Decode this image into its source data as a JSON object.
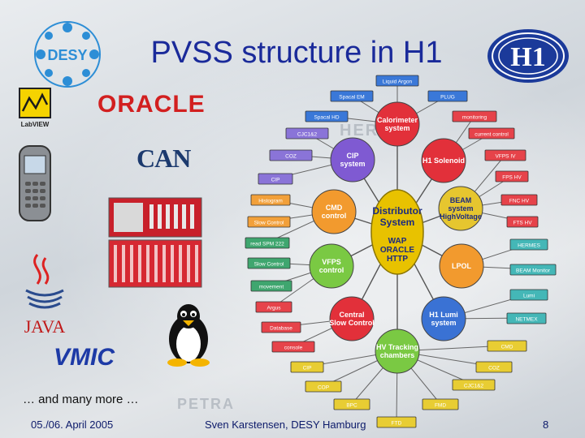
{
  "slide": {
    "title": "PVSS structure in H1",
    "more_text": "… and many more …",
    "footer_date": "05./06. April 2005",
    "footer_author": "Sven Karstensen, DESY Hamburg",
    "page_number": "8"
  },
  "logos": {
    "desy": "DESY",
    "h1": "H1",
    "labview": "LabVIEW",
    "oracle": "ORACLE",
    "can": "CAN",
    "java": "JAVA",
    "vmic": "VMIC"
  },
  "background_labels": [
    "HERA",
    "PETRA"
  ],
  "colors": {
    "title": "#1a2a9a",
    "core": "#e8c200",
    "red": "#e2303a",
    "green": "#7ac943",
    "orange": "#f29a2e",
    "blue_box": "#3a78d8",
    "purple_box": "#8a74d8",
    "green_box": "#3fa66f",
    "red_box": "#e6434a",
    "teal_box": "#44b7b7",
    "yellow_box": "#e8cd33"
  },
  "diagram": {
    "core": {
      "label_lines": [
        "Distributor",
        "System"
      ],
      "sub_lines": [
        "WAP",
        "ORACLE",
        "HTTP"
      ]
    },
    "circles": [
      {
        "id": "calorimeter",
        "lines": [
          "Calorimeter",
          "system"
        ],
        "color": "red"
      },
      {
        "id": "cip",
        "lines": [
          "CIP",
          "system"
        ],
        "color": "purple"
      },
      {
        "id": "cmd",
        "lines": [
          "CMD",
          "control"
        ],
        "color": "orange"
      },
      {
        "id": "vfps",
        "lines": [
          "VFPS",
          "control"
        ],
        "color": "green"
      },
      {
        "id": "central",
        "lines": [
          "Central",
          "Slow Control"
        ],
        "color": "red"
      },
      {
        "id": "h1solenoid",
        "lines": [
          "H1 Solenoid"
        ],
        "color": "red"
      },
      {
        "id": "beam",
        "lines": [
          "BEAM",
          "system",
          "HighVoltage"
        ],
        "color": "yellow"
      },
      {
        "id": "lpol",
        "lines": [
          "LPOL"
        ],
        "color": "orange"
      },
      {
        "id": "h1lumi",
        "lines": [
          "H1 Lumi",
          "system"
        ],
        "color": "blue"
      },
      {
        "id": "hvtracking",
        "lines": [
          "HV Tracking",
          "chambers"
        ],
        "color": "green"
      }
    ],
    "boxes": [
      {
        "id": "liquid-argon",
        "label": "Liquid Argon",
        "color": "blue_box"
      },
      {
        "id": "spacal-em",
        "label": "Spacal EM",
        "color": "blue_box"
      },
      {
        "id": "plug",
        "label": "PLUG",
        "color": "blue_box"
      },
      {
        "id": "spacal-hd",
        "label": "Spacal HD",
        "color": "blue_box"
      },
      {
        "id": "monitoring",
        "label": "monitoring",
        "color": "red_box"
      },
      {
        "id": "cjc12",
        "label": "CJC1&2",
        "color": "purple_box"
      },
      {
        "id": "current-control",
        "label": "current control",
        "color": "red_box"
      },
      {
        "id": "coz-top",
        "label": "COZ",
        "color": "purple_box"
      },
      {
        "id": "vfps-iv",
        "label": "VFPS IV",
        "color": "red_box"
      },
      {
        "id": "cip-small",
        "label": "CIP",
        "color": "purple_box"
      },
      {
        "id": "fps-hv",
        "label": "FPS HV",
        "color": "red_box"
      },
      {
        "id": "histogram",
        "label": "Histogram",
        "color": "orange_box"
      },
      {
        "id": "fnc-hv",
        "label": "FNC HV",
        "color": "red_box"
      },
      {
        "id": "slow-control",
        "label": "Slow Control",
        "color": "orange_box"
      },
      {
        "id": "fts-hv",
        "label": "FTS HV",
        "color": "red_box"
      },
      {
        "id": "read-spm",
        "label": "read SPM 222",
        "color": "green_box"
      },
      {
        "id": "hermes",
        "label": "HERMES",
        "color": "teal_box"
      },
      {
        "id": "slow-control-green",
        "label": "Slow Control",
        "color": "green_box"
      },
      {
        "id": "beam-monitor",
        "label": "BEAM Monitor",
        "color": "teal_box"
      },
      {
        "id": "movement",
        "label": "movement",
        "color": "green_box"
      },
      {
        "id": "lumi-box",
        "label": "Lumi",
        "color": "teal_box"
      },
      {
        "id": "argus",
        "label": "Argus",
        "color": "red_box"
      },
      {
        "id": "netmex",
        "label": "NETMEX",
        "color": "teal_box"
      },
      {
        "id": "database",
        "label": "Database",
        "color": "red_box"
      },
      {
        "id": "console",
        "label": "console",
        "color": "red_box"
      },
      {
        "id": "cmd-box",
        "label": "CMD",
        "color": "yellow_box"
      },
      {
        "id": "cip-bottom",
        "label": "CIP",
        "color": "yellow_box"
      },
      {
        "id": "coz-bottom",
        "label": "COZ",
        "color": "yellow_box"
      },
      {
        "id": "cop",
        "label": "COP",
        "color": "yellow_box"
      },
      {
        "id": "cjc-bottom",
        "label": "CJC1&2",
        "color": "yellow_box"
      },
      {
        "id": "bpc",
        "label": "BPC",
        "color": "yellow_box"
      },
      {
        "id": "fmd",
        "label": "FMD",
        "color": "yellow_box"
      },
      {
        "id": "ftd",
        "label": "FTD",
        "color": "yellow_box"
      }
    ]
  }
}
